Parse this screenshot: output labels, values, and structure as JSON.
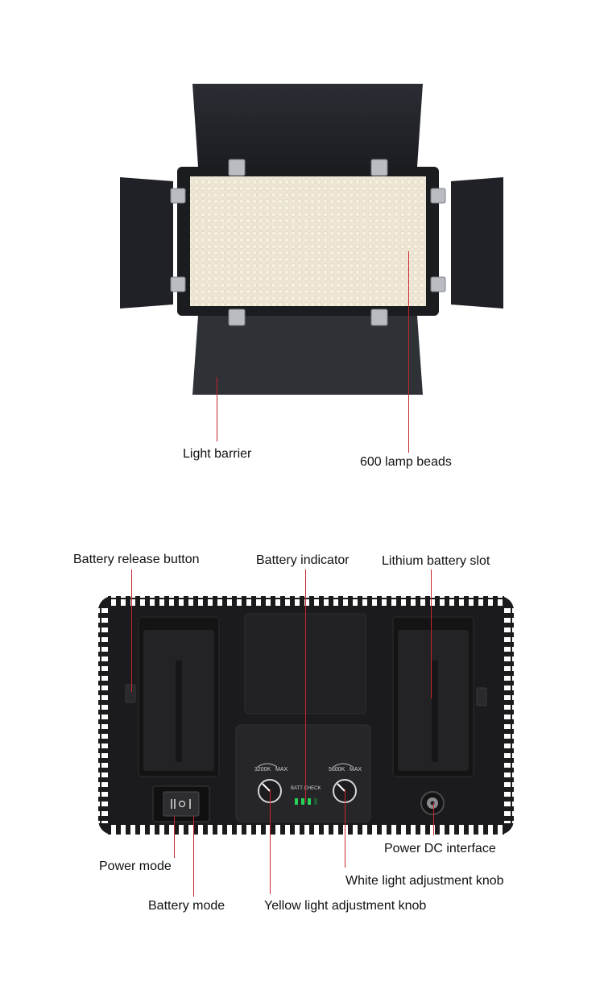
{
  "top_panel": {
    "labels": {
      "light_barrier": "Light barrier",
      "lamp_beads": "600 lamp beads"
    }
  },
  "back_panel": {
    "labels": {
      "battery_release_button": "Battery release button",
      "battery_indicator": "Battery indicator",
      "lithium_battery_slot": "Lithium battery slot",
      "power_dc_interface": "Power DC interface",
      "power_mode": "Power mode",
      "white_light_knob": "White light adjustment knob",
      "battery_mode": "Battery mode",
      "yellow_light_knob": "Yellow light adjustment knob"
    },
    "device_text": {
      "knob_left": "3200K",
      "knob_left_max": "MAX",
      "knob_right": "5600K",
      "knob_right_max": "MAX",
      "batt_check": "BATT CHECK"
    }
  },
  "colors": {
    "leader_line": "#c8262c",
    "device_body": "#1a1a1a",
    "led_panel": "#f2f0e9",
    "indicator_led": "#27d35a"
  }
}
